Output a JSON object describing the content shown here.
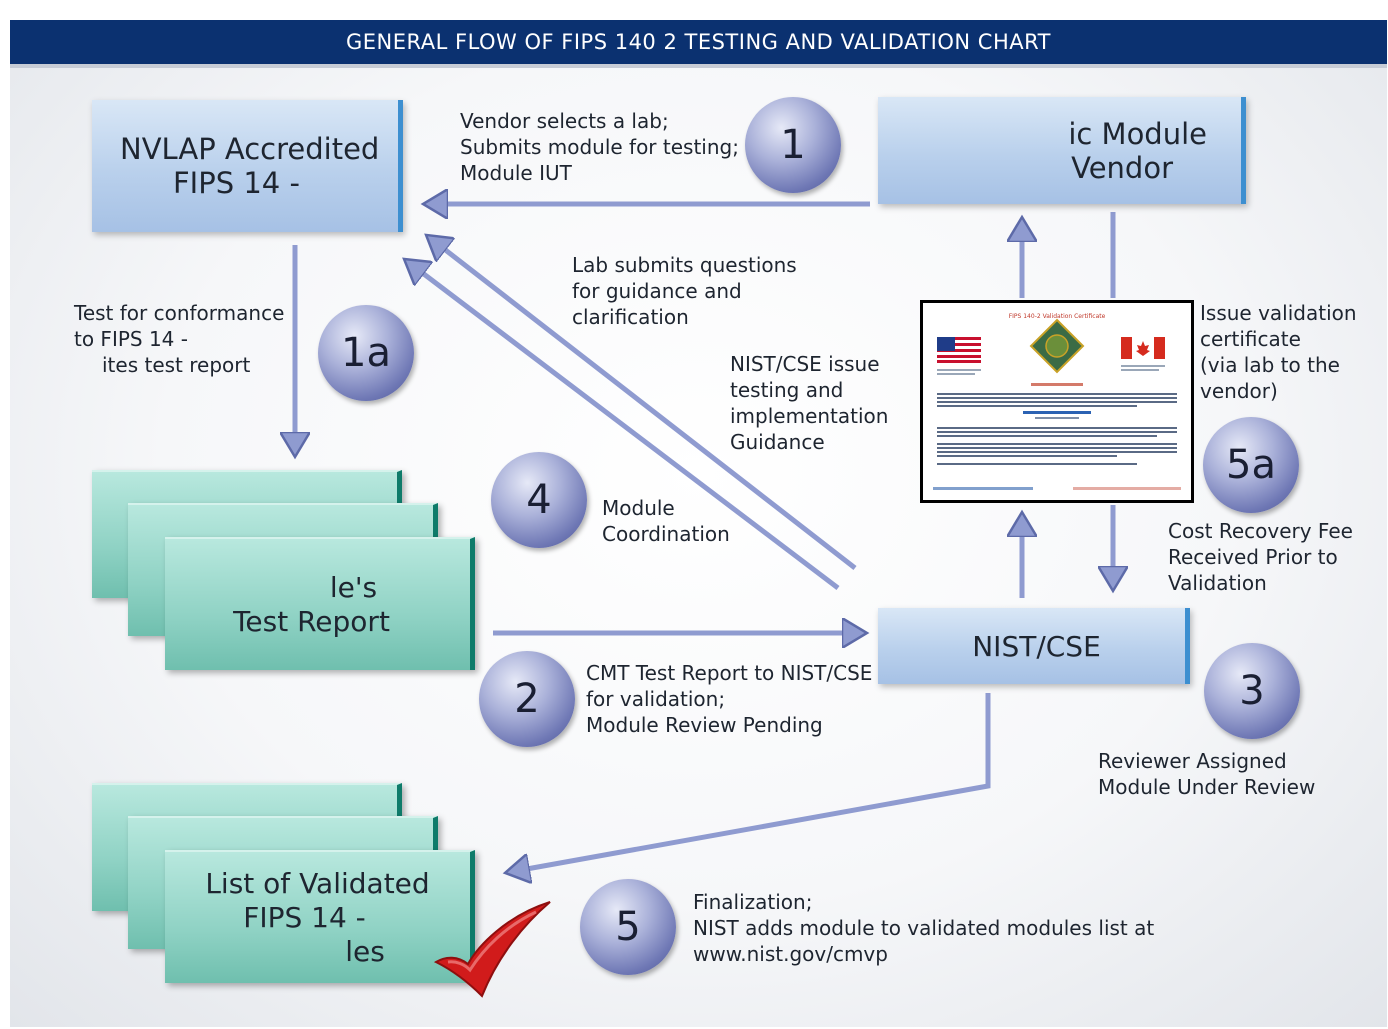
{
  "title": "GENERAL FLOW OF FIPS 140 2 TESTING AND VALIDATION CHART",
  "boxes": {
    "lab": [
      "NVLAP Accredited",
      "FIPS 14  -"
    ],
    "vendor": [
      "ic Module",
      "Vendor"
    ],
    "nist": "NIST/CSE",
    "test_report": [
      "le's",
      "Test Report"
    ],
    "validated_list": [
      "List of Validated",
      "FIPS 14  -",
      "les"
    ]
  },
  "steps": {
    "s1": "1",
    "s1a": "1a",
    "s2": "2",
    "s3": "3",
    "s4": "4",
    "s5": "5",
    "s5a": "5a"
  },
  "annotations": {
    "step1": [
      "Vendor selects a lab;",
      "Submits module for testing;",
      "Module IUT"
    ],
    "step1a": [
      "Test for conformance",
      "to FIPS 14  -",
      "ites test report"
    ],
    "lab_questions": [
      "Lab submits questions",
      "for guidance and",
      "clarification"
    ],
    "nist_guidance": [
      "NIST/CSE issue",
      "testing and",
      "implementation",
      "Guidance"
    ],
    "step4": [
      "Module",
      "Coordination"
    ],
    "step2": [
      "CMT Test Report to NIST/CSE",
      "for validation;",
      "Module Review Pending"
    ],
    "step3": [
      "Reviewer Assigned",
      "Module Under Review"
    ],
    "step5": [
      "Finalization;",
      "NIST adds module to validated modules list at",
      "www.nist.gov/cmvp"
    ],
    "issue_cert": [
      "Issue validation",
      "certificate",
      "(via lab to the",
      "vendor)"
    ],
    "step5a": [
      "Cost Recovery Fee",
      "Received Prior to",
      "Validation"
    ]
  },
  "certificate": {
    "heading": "FIPS 140-2 Validation Certificate"
  },
  "colors": {
    "title_bg": "#0b3170",
    "arrow": "#8f9bd0",
    "arrow_stroke": "#5d6aa8",
    "blue_box": "#b9d0ec",
    "teal_box": "#8fd2c4",
    "checkmark": "#d11b1b"
  },
  "icons": [
    "checkmark-icon",
    "us-flag-icon",
    "canada-flag-icon",
    "seal-icon"
  ]
}
